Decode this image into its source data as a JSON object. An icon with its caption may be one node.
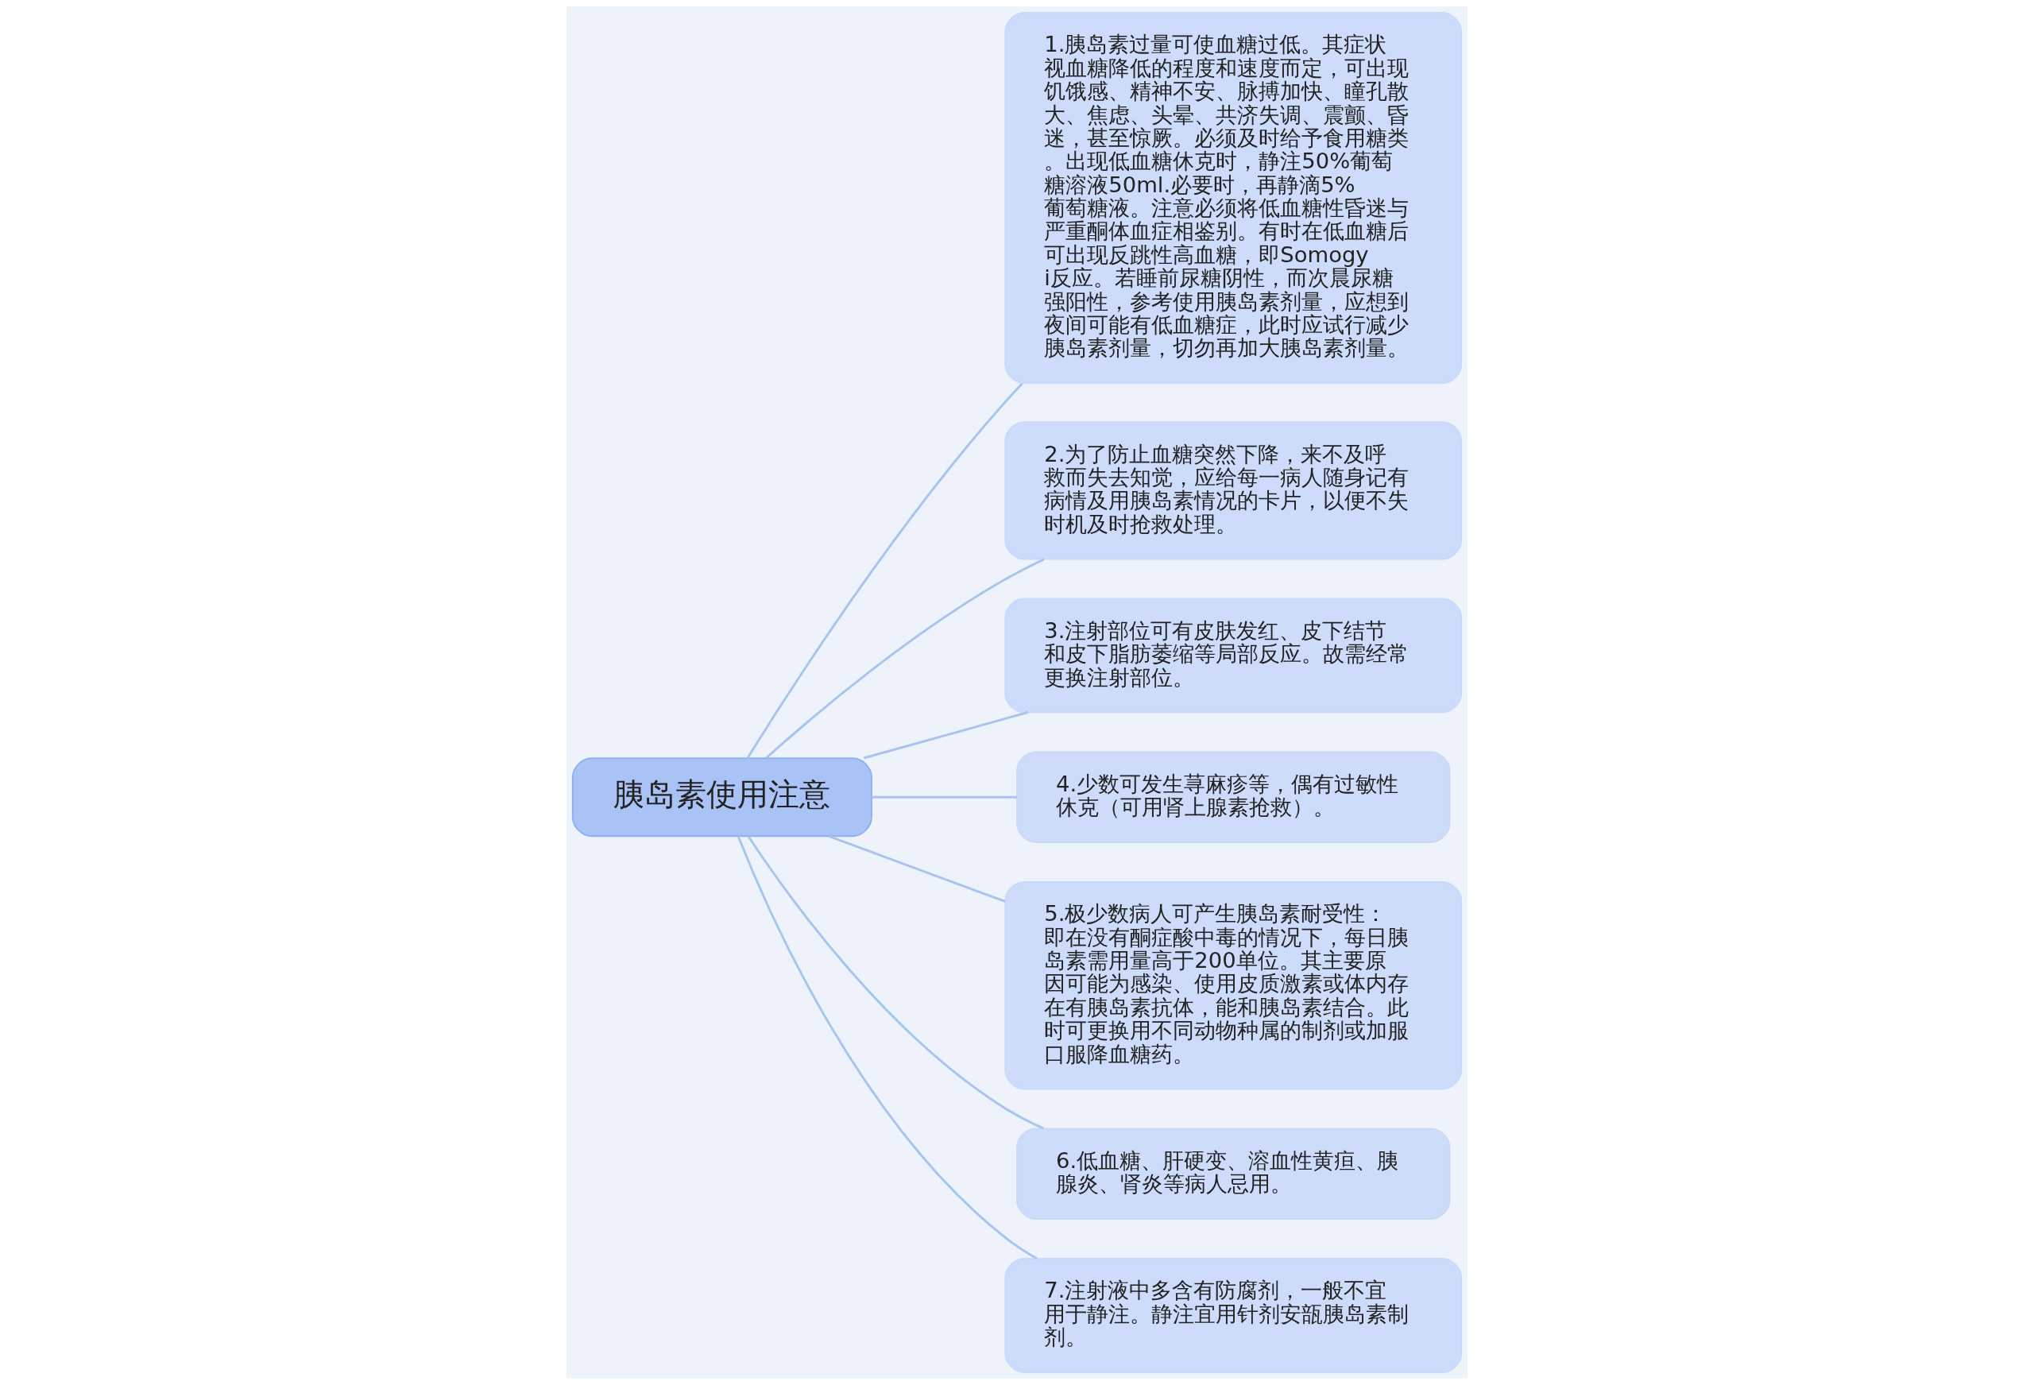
{
  "diagram": {
    "nodes": [
      {
        "text": [
          "胰岛素使用注意"
        ]
      },
      {
        "text": [
          "1.胰岛素过量可使血糖过低。其症状视血糖降低的程度和速度而定，可出现饥饿感、精神不安、脉搏加快、瞳孔散大、焦虑、头晕、共济失调、震颤、昏迷，甚至惊厥。必须及时给予食用糖类。出现低血糖休克时，静注50%葡萄糖溶液50ml.必要时，再静滴5%葡萄糖液。注意必须将低血糖性昏迷与严重酮体血症相鉴别。有时在低血糖后可出现反跳性高血糖，即Somogyi反应。若睡前尿糖阴性，而次晨尿糖强阳性，参考使用胰岛素剂量，应想到夜间可能有低血糖症，此时应试行减少胰岛素剂量，切勿再加大胰岛素剂量。"
        ]
      },
      {
        "text": [
          "2.为了防止血糖突然下降，来不及呼救而失去知觉，应给每一病人随身记有病情及用胰岛素情况的卡片，以便不失时机及时抢救处理。"
        ]
      },
      {
        "text": [
          "3.注射部位可有皮肤发红、皮下结节和皮下脂肪萎缩等局部反应。故需经常更换注射部位。"
        ]
      },
      {
        "text": [
          "4.少数可发生荨麻疹等，偶有过敏性休克（可用肾上腺素抢救）。"
        ]
      },
      {
        "text": [
          "5.极少数病人可产生胰岛素耐受性：即在没有酮症酸中毒的情况下，每日胰岛素需用量高于200单位。其主要原因可能为感染、使用皮质激素或体内存在有胰岛素抗体，能和胰岛素结合。此时可更换用不同动物种属的制剂或加服口服降血糖药。"
        ]
      },
      {
        "text": [
          "6.低血糖、肝硬变、溶血性黄疸、胰腺炎、肾炎等病人忌用。"
        ]
      },
      {
        "text": [
          "7.注射液中多含有防腐剂，一般不宜用于静注。静注宜用针剂安瓿胰岛素制剂。"
        ]
      }
    ],
    "edges": [
      {
        "from": 0,
        "to": 1,
        "arrow": "none"
      },
      {
        "from": 0,
        "to": 2,
        "arrow": "none"
      },
      {
        "from": 0,
        "to": 3,
        "arrow": "none"
      },
      {
        "from": 0,
        "to": 4,
        "arrow": "none"
      },
      {
        "from": 0,
        "to": 5,
        "arrow": "none"
      },
      {
        "from": 0,
        "to": 6,
        "arrow": "none"
      },
      {
        "from": 0,
        "to": 7,
        "arrow": "none"
      }
    ]
  }
}
